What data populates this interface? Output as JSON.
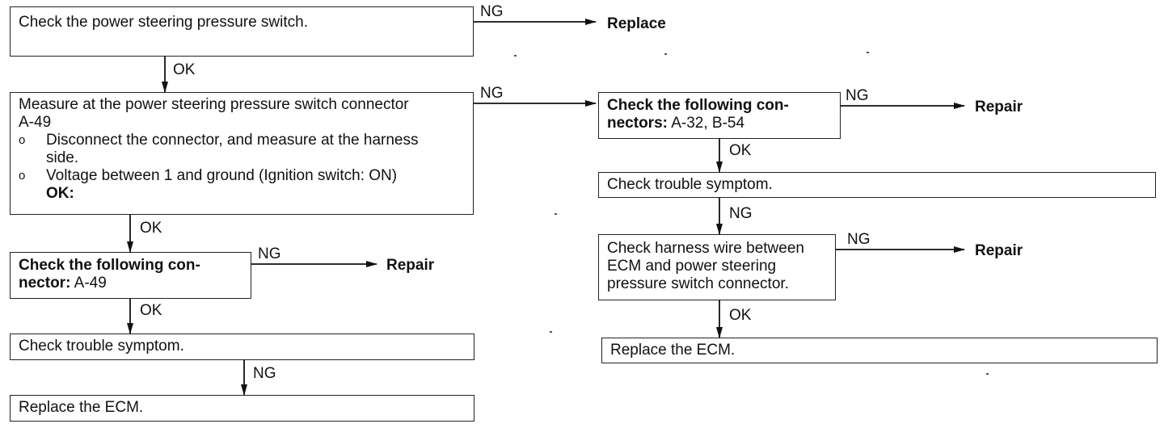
{
  "left_flow": {
    "box1": "Check the power steering pressure switch.",
    "box2": {
      "line1": "Measure at the power steering pressure switch connector",
      "line2": "A-49",
      "bullet1_line1": "Disconnect the connector, and measure at the harness",
      "bullet1_line2": "side.",
      "bullet2_line1": "Voltage between 1 and ground (Ignition switch: ON)",
      "bullet2_line2": "OK:"
    },
    "box3": {
      "line1": "Check the following con-",
      "line2_bold": "nector:",
      "line2_rest": "A-49"
    },
    "box4": "Check trouble symptom.",
    "box5": "Replace the ECM."
  },
  "right_flow": {
    "box6": {
      "line1": "Check the following con-",
      "line2_bold": "nectors:",
      "line2_rest": "A-32, B-54"
    },
    "box7": "Check trouble symptom.",
    "box8": {
      "line1": "Check harness wire between",
      "line2": "ECM and power steering",
      "line3": "pressure switch connector."
    },
    "box9": "Replace the ECM."
  },
  "labels": {
    "ok": "OK",
    "ng": "NG"
  },
  "outcomes": {
    "replace": "Replace",
    "repair": "Repair"
  },
  "bullet_glyph": "o"
}
